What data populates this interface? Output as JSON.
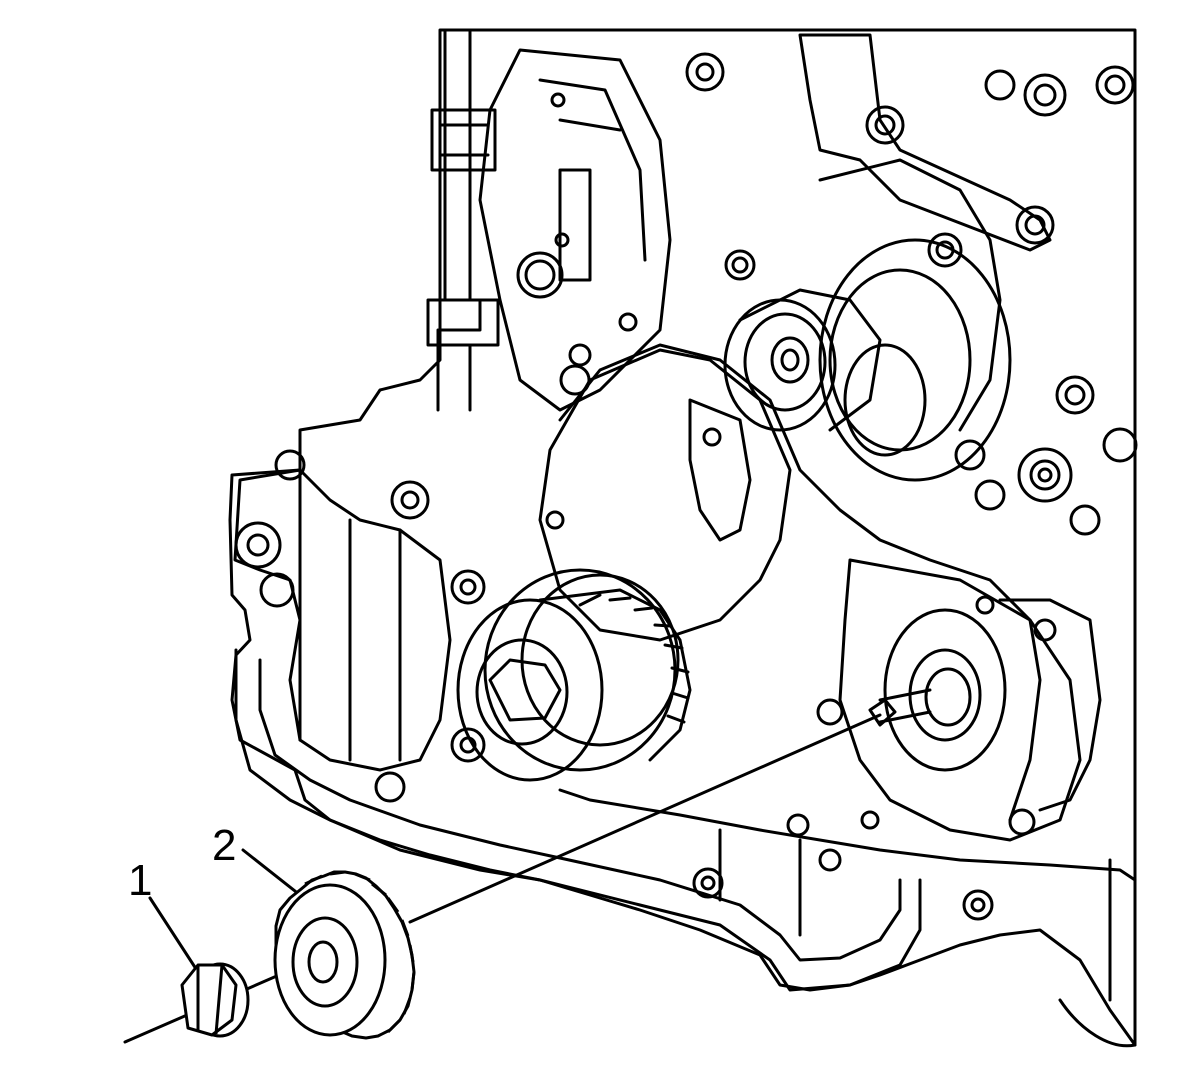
{
  "diagram": {
    "callouts": [
      {
        "number": "1",
        "part": "nut"
      },
      {
        "number": "2",
        "part": "sprocket"
      }
    ],
    "colors": {
      "line": "#000000",
      "background": "#ffffff"
    },
    "style": "line-art exploded view"
  }
}
